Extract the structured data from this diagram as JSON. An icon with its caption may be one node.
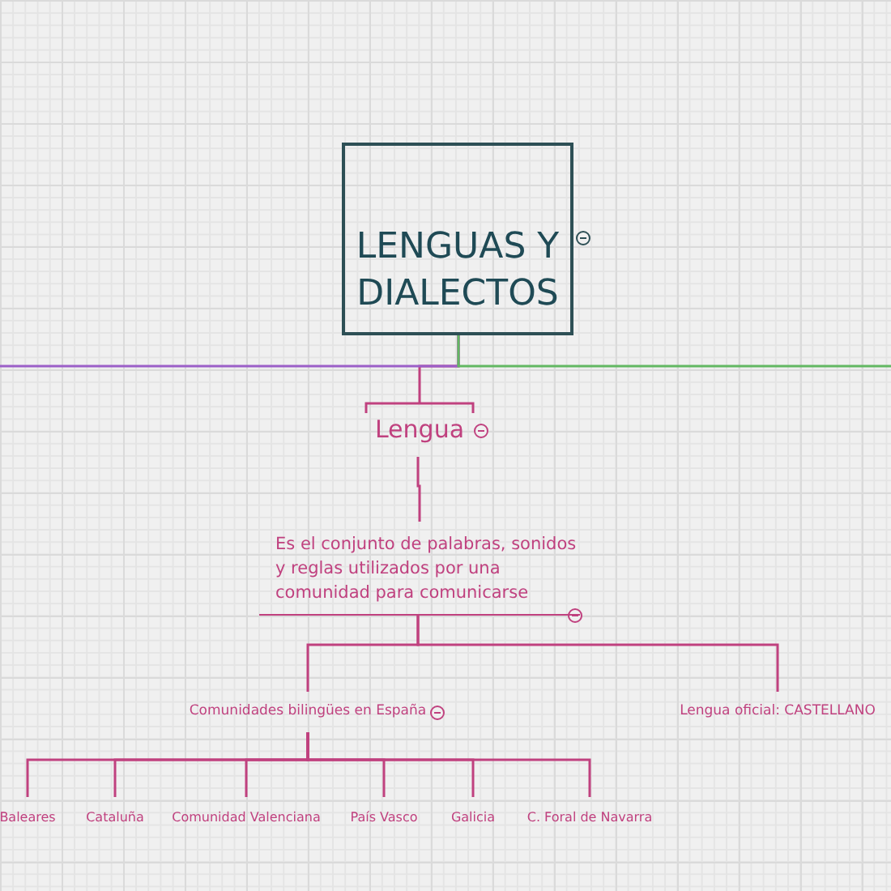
{
  "diagram": {
    "nodes": [
      {
        "text": [
          "LENGUAS Y DIALECTOS"
        ]
      },
      {
        "text": [
          "Lengua"
        ]
      },
      {
        "text": [
          "Es el conjunto de palabras, sonidos y reglas utilizados por una comunidad para comunicarse"
        ]
      },
      {
        "text": [
          "Comunidades bilingües en España"
        ]
      },
      {
        "text": [
          "Lengua oficial: CASTELLANO"
        ]
      },
      {
        "text": [
          "Baleares"
        ]
      },
      {
        "text": [
          "Cataluña"
        ]
      },
      {
        "text": [
          "Comunidad Valenciana"
        ]
      },
      {
        "text": [
          "País Vasco"
        ]
      },
      {
        "text": [
          "Galicia"
        ]
      },
      {
        "text": [
          "C. Foral de Navarra"
        ]
      }
    ],
    "edges": [
      {
        "from": 0,
        "to": 1,
        "arrow": "none"
      },
      {
        "from": 0,
        "to": null,
        "arrow": "none",
        "color": "#9b5fc8"
      },
      {
        "from": 0,
        "to": null,
        "arrow": "none",
        "color": "#62b862"
      },
      {
        "from": 1,
        "to": 2,
        "arrow": "none"
      },
      {
        "from": 2,
        "to": 3,
        "arrow": "none"
      },
      {
        "from": 2,
        "to": 4,
        "arrow": "none"
      },
      {
        "from": 3,
        "to": 5,
        "arrow": "none"
      },
      {
        "from": 3,
        "to": 6,
        "arrow": "none"
      },
      {
        "from": 3,
        "to": 7,
        "arrow": "none"
      },
      {
        "from": 3,
        "to": 8,
        "arrow": "none"
      },
      {
        "from": 3,
        "to": 9,
        "arrow": "none"
      },
      {
        "from": 3,
        "to": 10,
        "arrow": "none"
      }
    ]
  }
}
